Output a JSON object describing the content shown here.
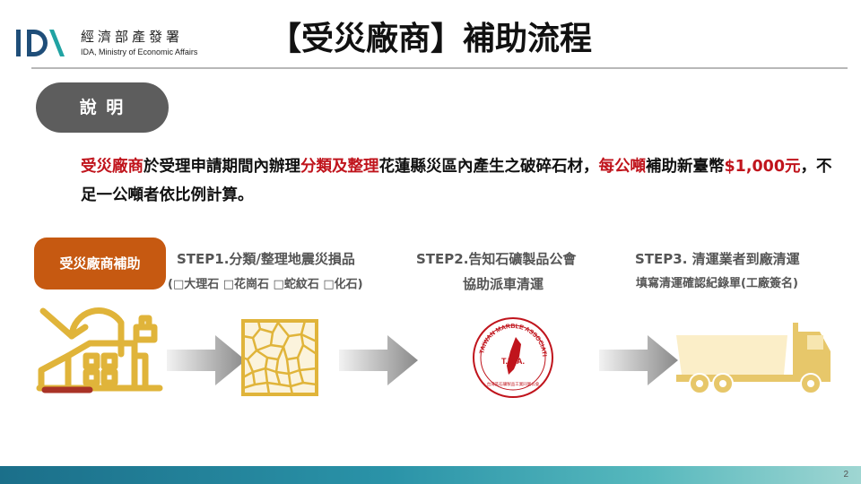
{
  "header": {
    "logo_letters": "ID\\",
    "org_name_cn": "經濟部產發署",
    "org_name_en": "IDA, Ministry of Economic Affairs",
    "title": "【受災廠商】補助流程"
  },
  "section_label": "說 明",
  "description": {
    "p1": "受災廠商",
    "p2": "於受理申請期間內辦理",
    "p3": "分類及整理",
    "p4": "花蓮縣災區內產生之破碎石材，",
    "p5": "每公噸",
    "p6": "補助新臺幣",
    "p7": "$1,000元",
    "p8": "，不足一公噸者依比例計算。"
  },
  "badge": "受災廠商補助",
  "steps": [
    {
      "title": "STEP1.分類/整理地震災損品",
      "subtitle": "(□大理石 □花崗石 □蛇紋石 □化石)"
    },
    {
      "title": "STEP2.告知石礦製品公會",
      "subtitle": "協助派車清運"
    },
    {
      "title": "STEP3. 清運業者到廠清運",
      "subtitle": "填寫清運確認紀錄單(工廠簽名)"
    }
  ],
  "seal": {
    "arc_text": "TAIWAN MARBLE ASSOCIATION",
    "center_text": "T.M.A.",
    "bottom_text": "台灣區石礦製品工業同業公會"
  },
  "page_number": "2",
  "colors": {
    "accent_red": "#c0141c",
    "badge_orange": "#c65911",
    "pill_gray": "#5d5d5d",
    "icon_gold": "#e0b43a"
  }
}
